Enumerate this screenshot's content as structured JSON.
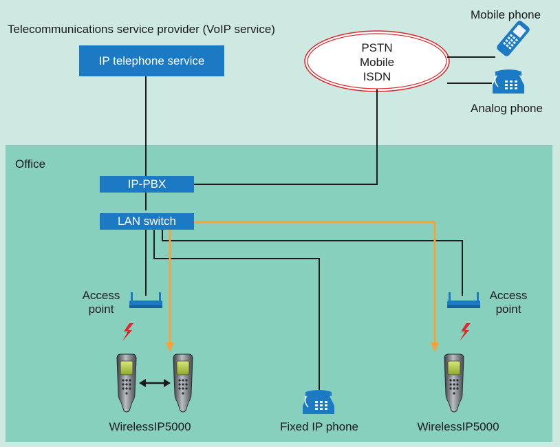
{
  "provider_label": "Telecommunications service provider (VoIP service)",
  "ip_telephone_service": "IP telephone service",
  "network_cloud": {
    "line1": "PSTN",
    "line2": "Mobile",
    "line3": "ISDN"
  },
  "mobile_phone_label": "Mobile phone",
  "analog_phone_label": "Analog phone",
  "office_label": "Office",
  "ip_pbx": "IP-PBX",
  "lan_switch": "LAN switch",
  "access_point_left": {
    "line1": "Access",
    "line2": "point"
  },
  "access_point_right": {
    "line1": "Access",
    "line2": "point"
  },
  "handset_left_label": "WirelessIP5000",
  "fixed_phone_label": "Fixed IP phone",
  "handset_right_label": "WirelessIP5000",
  "colors": {
    "background": "#cde9e2",
    "office_area": "#87d0bd",
    "box_blue": "#1c79c4",
    "wire": "#1a1a1a",
    "wireless_link": "#f3a33a",
    "cloud_outline": "#e0262b",
    "signal": "#e0262b"
  },
  "icons": [
    "mobile-phone-icon",
    "analog-phone-icon",
    "access-point-icon",
    "wireless-signal-icon",
    "wireless-handset-icon",
    "fixed-ip-phone-icon"
  ]
}
